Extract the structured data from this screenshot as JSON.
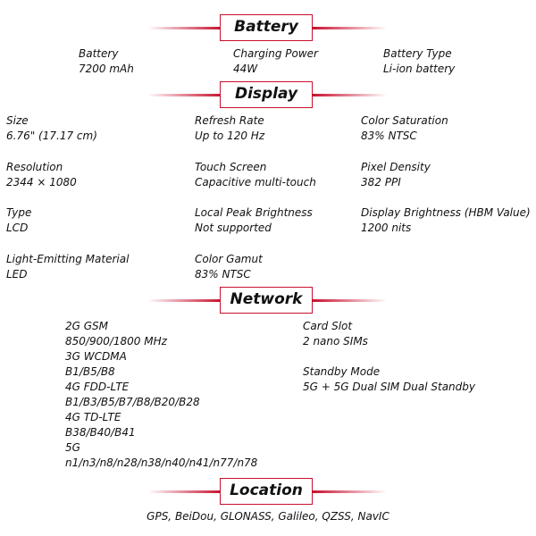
{
  "sections": {
    "battery": "Battery",
    "display": "Display",
    "network": "Network",
    "location": "Location"
  },
  "battery": [
    {
      "label": "Battery",
      "value": "7200 mAh"
    },
    {
      "label": "Charging Power",
      "value": "44W"
    },
    {
      "label": "Battery Type",
      "value": "Li-ion battery"
    }
  ],
  "display": [
    {
      "label": "Size",
      "value": "6.76\" (17.17 cm)"
    },
    {
      "label": "Refresh Rate",
      "value": "Up to 120 Hz"
    },
    {
      "label": "Color Saturation",
      "value": "83% NTSC"
    },
    {
      "label": "Resolution",
      "value": "2344 × 1080"
    },
    {
      "label": "Touch Screen",
      "value": "Capacitive multi-touch"
    },
    {
      "label": "Pixel Density",
      "value": "382 PPI"
    },
    {
      "label": "Type",
      "value": "LCD"
    },
    {
      "label": "Local Peak Brightness",
      "value": "Not supported"
    },
    {
      "label": "Display Brightness (HBM Value)",
      "value": "1200 nits"
    },
    {
      "label": "Light-Emitting Material",
      "value": "LED"
    },
    {
      "label": "Color Gamut",
      "value": "83% NTSC"
    }
  ],
  "network": {
    "bands": [
      "2G GSM",
      "850/900/1800 MHz",
      "3G WCDMA",
      "B1/B5/B8",
      "4G FDD-LTE",
      "B1/B3/B5/B7/B8/B20/B28",
      "4G TD-LTE",
      "B38/B40/B41",
      "5G",
      "n1/n3/n8/n28/n38/n40/n41/n77/n78"
    ],
    "card_slot": {
      "label": "Card Slot",
      "value": "2 nano SIMs"
    },
    "standby": {
      "label": "Standby Mode",
      "value": "5G + 5G Dual SIM Dual Standby"
    }
  },
  "location": {
    "value": "GPS, BeiDou, GLONASS, Galileo, QZSS, NavIC"
  },
  "colors": {
    "accent": "#c8102e"
  }
}
